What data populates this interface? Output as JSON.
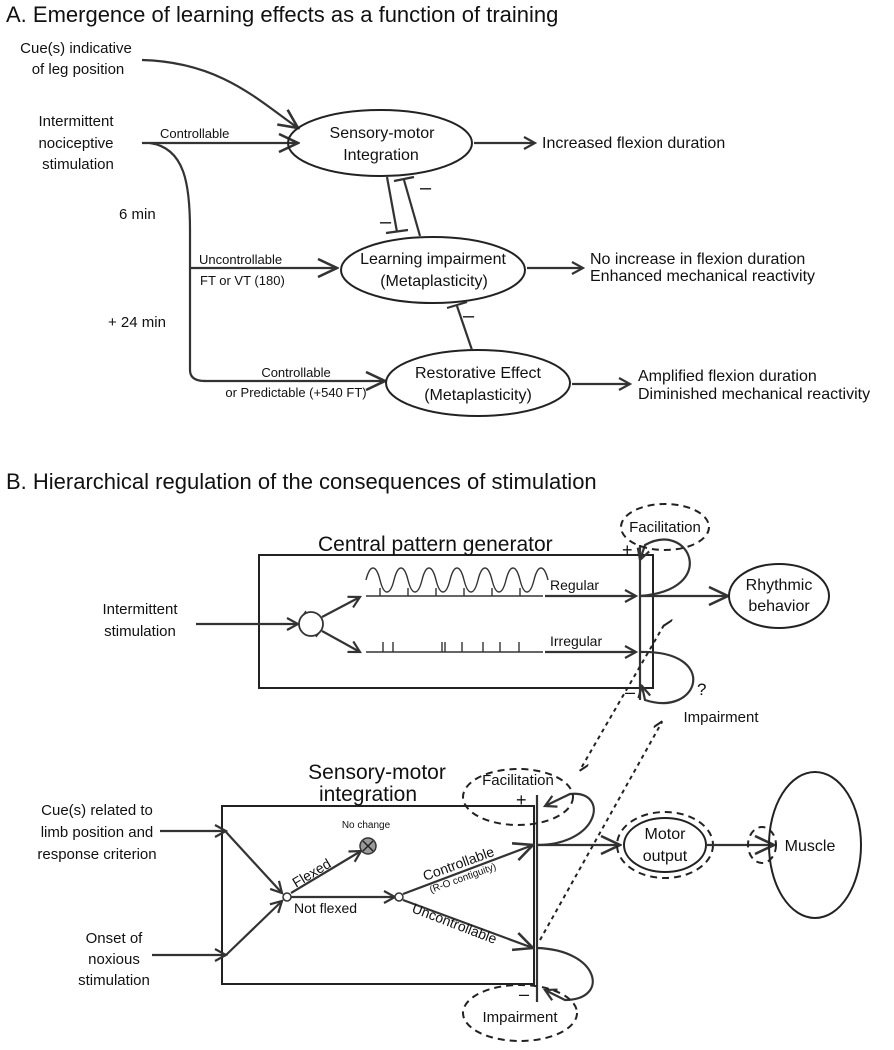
{
  "panel_a": {
    "title": "A. Emergence of learning effects as a function of training",
    "inputs": {
      "cue_line1": "Cue(s) indicative",
      "cue_line2": "of leg position",
      "stim_line1": "Intermittent",
      "stim_line2": "nociceptive",
      "stim_line3": "stimulation"
    },
    "edge_labels": {
      "controllable": "Controllable",
      "uncontrollable": "Uncontrollable",
      "ft_vt": "FT or VT (180)",
      "controllable2": "Controllable",
      "predictable": "or Predictable (+540 FT)"
    },
    "time_labels": {
      "t1": "6 min",
      "t2": "+ 24 min"
    },
    "nodes": {
      "smi_line1": "Sensory-motor",
      "smi_line2": "Integration",
      "li_line1": "Learning impairment",
      "li_line2": "(Metaplasticity)",
      "re_line1": "Restorative Effect",
      "re_line2": "(Metaplasticity)"
    },
    "outcomes": {
      "o1": "Increased flexion duration",
      "o2_line1": "No increase in flexion duration",
      "o2_line2": "Enhanced mechanical reactivity",
      "o3_line1": "Amplified flexion duration",
      "o3_line2": "Diminished mechanical reactivity"
    },
    "signs": {
      "minus": "–"
    }
  },
  "panel_b": {
    "title": "B. Hierarchical regulation of the consequences of stimulation",
    "cpg": {
      "title": "Central pattern generator",
      "input_line1": "Intermittent",
      "input_line2": "stimulation",
      "regular": "Regular",
      "irregular": "Irregular",
      "facilitation": "Facilitation",
      "impairment": "Impairment",
      "plus": "+",
      "minus": "–",
      "question": "?",
      "output_line1": "Rhythmic",
      "output_line2": "behavior"
    },
    "smi": {
      "title_line1": "Sensory-motor",
      "title_line2": "integration",
      "cue_line1": "Cue(s) related to",
      "cue_line2": "limb position and",
      "cue_line3": "response criterion",
      "onset_line1": "Onset of",
      "onset_line2": "noxious",
      "onset_line3": "stimulation",
      "no_change": "No change",
      "flexed": "Flexed",
      "not_flexed": "Not flexed",
      "controllable": "Controllable",
      "ro": "(R-O contiguity)",
      "uncontrollable": "Uncontrollable",
      "facilitation": "Facilitation",
      "impairment": "Impairment",
      "plus": "+",
      "minus": "–",
      "motor_line1": "Motor",
      "motor_line2": "output",
      "muscle": "Muscle"
    }
  }
}
